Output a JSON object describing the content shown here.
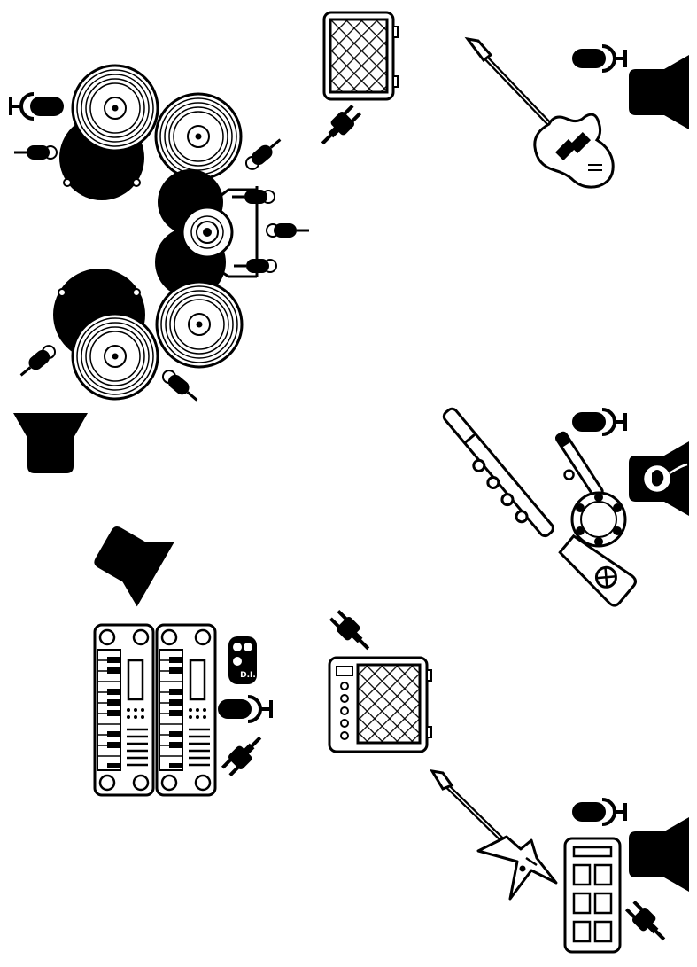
{
  "diagram": {
    "kind": "band stage plot",
    "stroke_color": "#000000",
    "fill_color": "#000000",
    "background": "#ffffff",
    "di_box_label": "D.I."
  },
  "elements": [
    {
      "group": "drums",
      "items": [
        "bass-drum",
        "bass-drum",
        "rack-tom",
        "floor-tom",
        "snare-drum",
        "cymbal",
        "cymbal",
        "cymbal",
        "cymbal",
        "hi-hat",
        "drum-microphone",
        "drum-microphone",
        "drum-microphone",
        "drum-microphone",
        "drum-microphone",
        "drum-microphone",
        "vocal-microphone",
        "floor-monitor"
      ]
    },
    {
      "group": "bass",
      "items": [
        "guitar-amplifier",
        "power-plug",
        "bass-guitar",
        "vocal-microphone",
        "floor-monitor"
      ]
    },
    {
      "group": "winds-percussion",
      "items": [
        "flute",
        "recorder",
        "tambourine",
        "kazoo",
        "vocal-microphone",
        "floor-monitor"
      ]
    },
    {
      "group": "keys",
      "items": [
        "keyboard",
        "keyboard",
        "di-box",
        "vocal-microphone",
        "power-plug",
        "floor-monitor"
      ]
    },
    {
      "group": "guitar",
      "items": [
        "guitar-amplifier",
        "power-plug",
        "electric-guitar",
        "effects-pedalboard",
        "vocal-microphone",
        "power-plug",
        "floor-monitor"
      ]
    }
  ]
}
